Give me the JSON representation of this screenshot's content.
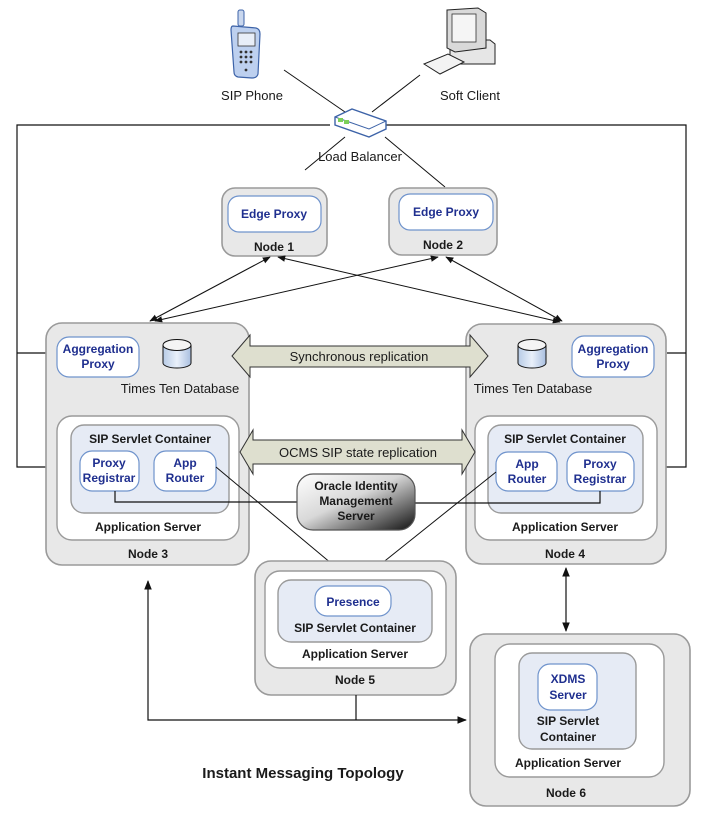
{
  "title": "Instant Messaging Topology",
  "devices": {
    "sip_phone": "SIP Phone",
    "soft_client": "Soft Client",
    "load_balancer": "Load Balancer"
  },
  "nodes": {
    "node1": {
      "label": "Node 1",
      "service": "Edge Proxy"
    },
    "node2": {
      "label": "Node 2",
      "service": "Edge Proxy"
    },
    "node3": {
      "label": "Node 3",
      "aggregation": [
        "Aggregation",
        "Proxy"
      ],
      "database": "Times Ten Database",
      "container": "SIP Servlet Container",
      "app_server": "Application Server",
      "proxy_registrar": [
        "Proxy",
        "Registrar"
      ],
      "app_router": [
        "App",
        "Router"
      ]
    },
    "node4": {
      "label": "Node 4",
      "aggregation": [
        "Aggregation",
        "Proxy"
      ],
      "database": "Times Ten Database",
      "container": "SIP Servlet Container",
      "app_server": "Application Server",
      "proxy_registrar": [
        "Proxy",
        "Registrar"
      ],
      "app_router": [
        "App",
        "Router"
      ]
    },
    "node5": {
      "label": "Node 5",
      "service": "Presence",
      "container": "SIP Servlet Container",
      "app_server": "Application Server"
    },
    "node6": {
      "label": "Node 6",
      "service": [
        "XDMS",
        "Server"
      ],
      "container": [
        "SIP Servlet",
        "Container"
      ],
      "app_server": "Application Server"
    }
  },
  "replication": {
    "sync": "Synchronous replication",
    "state": "OCMS SIP state replication"
  },
  "oracle_identity": [
    "Oracle Identity",
    "Management",
    "Server"
  ],
  "colors": {
    "service_text": "#1f2f8f",
    "node_fill": "#e8e8e8",
    "container_fill": "#e6ebf5",
    "replication_fill": "#dedfcf",
    "service_border": "#6f93cc"
  }
}
